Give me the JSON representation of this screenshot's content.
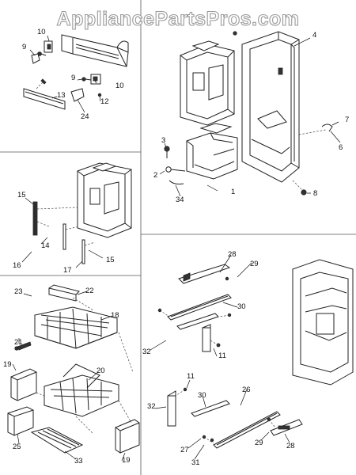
{
  "watermark": {
    "text": "AppliancePartsPros.com"
  },
  "callouts": [
    {
      "id": "c-10a",
      "label": "10"
    },
    {
      "id": "c-9a",
      "label": "9"
    },
    {
      "id": "c-13",
      "label": "13"
    },
    {
      "id": "c-9b",
      "label": "9"
    },
    {
      "id": "c-10b",
      "label": "10"
    },
    {
      "id": "c-12",
      "label": "12"
    },
    {
      "id": "c-24",
      "label": "24"
    },
    {
      "id": "c-4",
      "label": "4"
    },
    {
      "id": "c-3",
      "label": "3"
    },
    {
      "id": "c-2",
      "label": "2"
    },
    {
      "id": "c-1",
      "label": "1"
    },
    {
      "id": "c-34",
      "label": "34"
    },
    {
      "id": "c-7",
      "label": "7"
    },
    {
      "id": "c-6",
      "label": "6"
    },
    {
      "id": "c-8",
      "label": "8"
    },
    {
      "id": "c-15a",
      "label": "15"
    },
    {
      "id": "c-14",
      "label": "14"
    },
    {
      "id": "c-16",
      "label": "16"
    },
    {
      "id": "c-17",
      "label": "17"
    },
    {
      "id": "c-15b",
      "label": "15"
    },
    {
      "id": "c-23",
      "label": "23"
    },
    {
      "id": "c-22",
      "label": "22"
    },
    {
      "id": "c-18",
      "label": "18"
    },
    {
      "id": "c-21",
      "label": "21"
    },
    {
      "id": "c-19a",
      "label": "19"
    },
    {
      "id": "c-20",
      "label": "20"
    },
    {
      "id": "c-25",
      "label": "25"
    },
    {
      "id": "c-33",
      "label": "33"
    },
    {
      "id": "c-19b",
      "label": "19"
    },
    {
      "id": "c-28a",
      "label": "28"
    },
    {
      "id": "c-29a",
      "label": "29"
    },
    {
      "id": "c-30a",
      "label": "30"
    },
    {
      "id": "c-32a",
      "label": "32"
    },
    {
      "id": "c-11a",
      "label": "11"
    },
    {
      "id": "c-11b",
      "label": "11"
    },
    {
      "id": "c-32b",
      "label": "32"
    },
    {
      "id": "c-30b",
      "label": "30"
    },
    {
      "id": "c-26",
      "label": "26"
    },
    {
      "id": "c-27",
      "label": "27"
    },
    {
      "id": "c-29b",
      "label": "29"
    },
    {
      "id": "c-28b",
      "label": "28"
    },
    {
      "id": "c-31",
      "label": "31"
    }
  ]
}
